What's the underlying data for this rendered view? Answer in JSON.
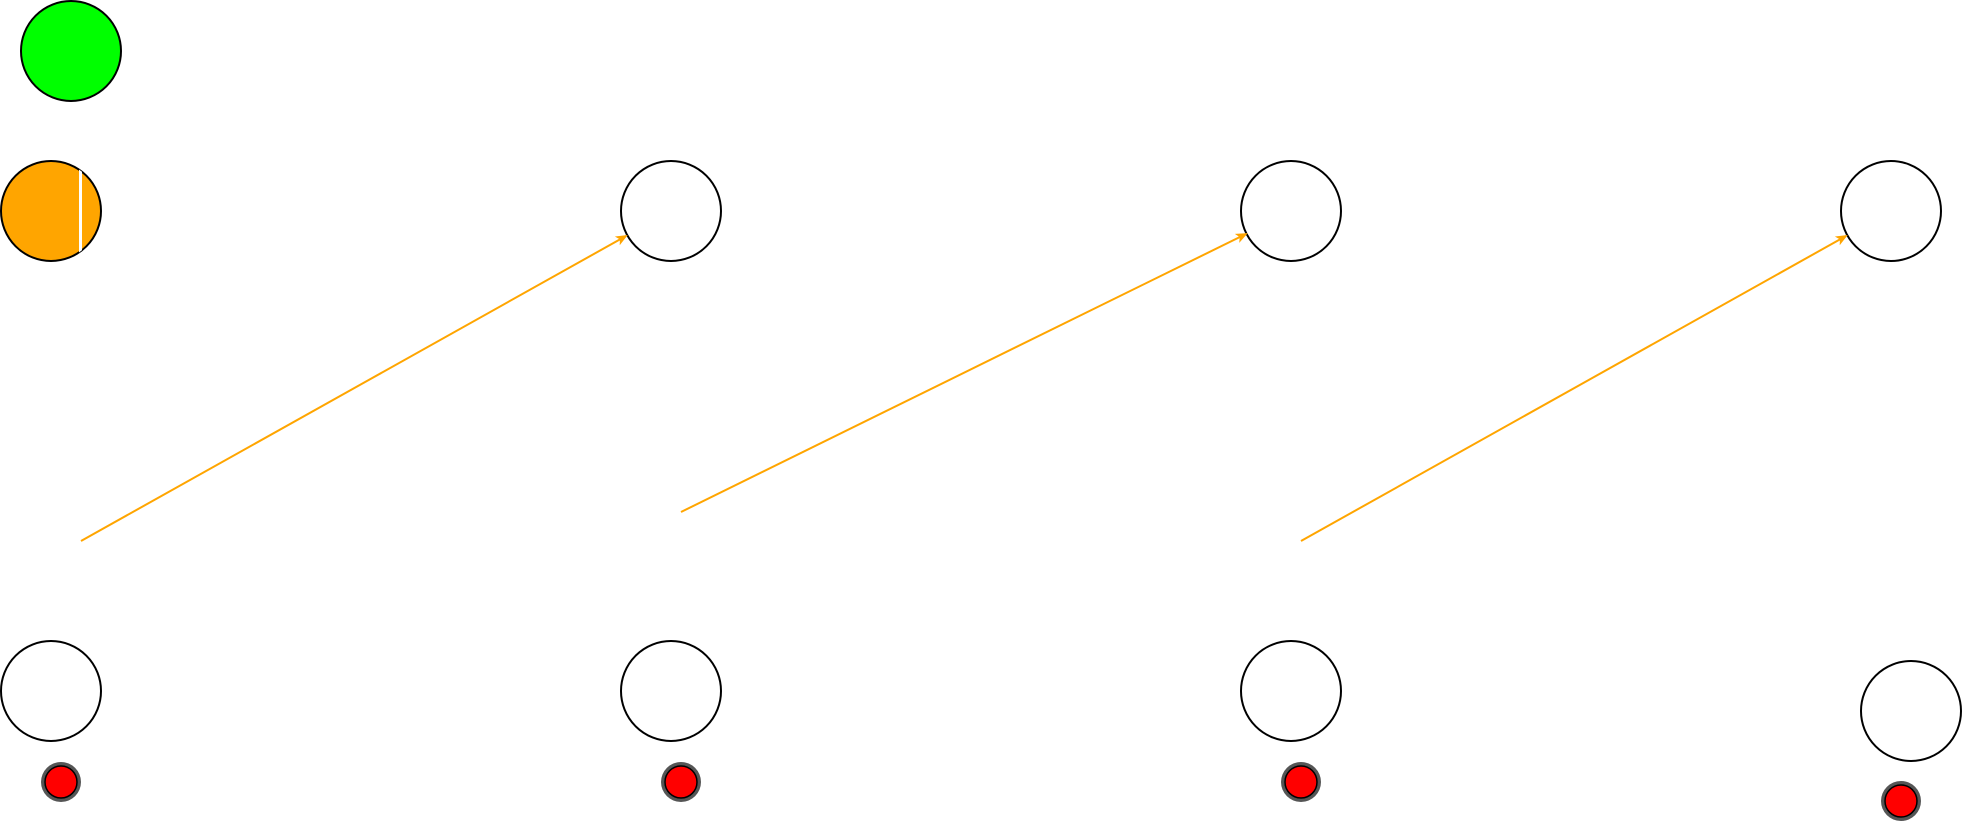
{
  "colors": {
    "background": "#ffffff",
    "stroke": "#000000",
    "empty_node": "#ffffff",
    "green_node": "#00ff00",
    "orange_node": "#ffa500",
    "red_marker": "#ff0000",
    "arrow": "#ffa500"
  },
  "diagram": {
    "top_left_node": {
      "color_name": "green"
    },
    "start_node": {
      "color_name": "orange",
      "has_white_bar": true
    },
    "top_nodes": [
      {
        "index": 1
      },
      {
        "index": 2
      },
      {
        "index": 3
      }
    ],
    "bottom_nodes": [
      {
        "index": 0
      },
      {
        "index": 1
      },
      {
        "index": 2
      },
      {
        "index": 3
      }
    ],
    "red_markers": [
      {
        "index": 0
      },
      {
        "index": 1
      },
      {
        "index": 2
      },
      {
        "index": 3
      }
    ],
    "arrows": [
      {
        "from": "bottom-area-0",
        "to": "top-node-1"
      },
      {
        "from": "bottom-area-1",
        "to": "top-node-2"
      },
      {
        "from": "bottom-area-2",
        "to": "top-node-3"
      }
    ]
  }
}
